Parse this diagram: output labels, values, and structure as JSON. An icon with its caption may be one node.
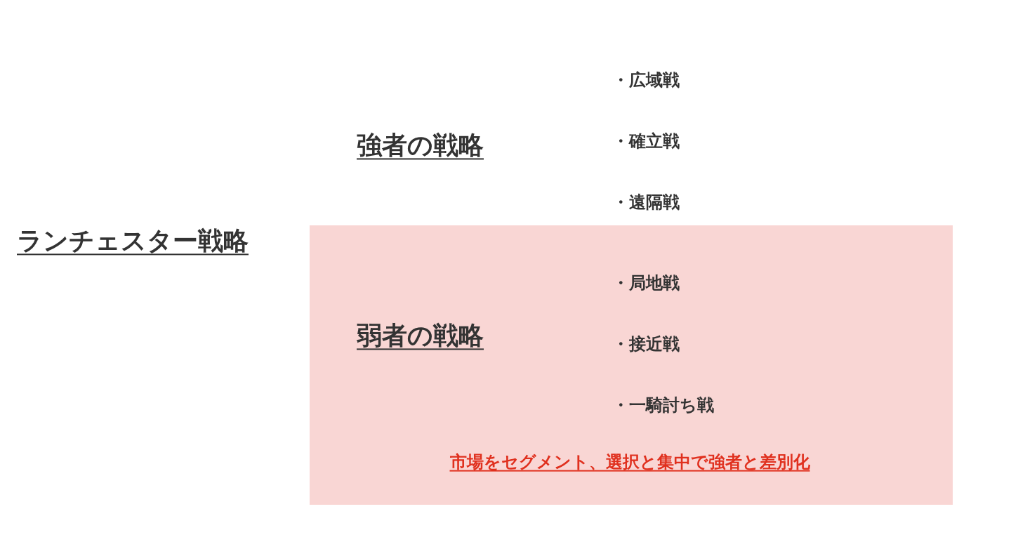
{
  "diagram": {
    "nodes": [
      {
        "text": [
          "弱者の戦略",
          "・局地戦",
          "・接近戦",
          "・一騎討ち戦",
          "市場をセグメント、選択と集中で強者と差別化"
        ]
      }
    ],
    "labels": [
      "ランチェスター戦略",
      "強者の戦略",
      "・広域戦",
      "・確立戦",
      "・遠隔戦"
    ]
  }
}
